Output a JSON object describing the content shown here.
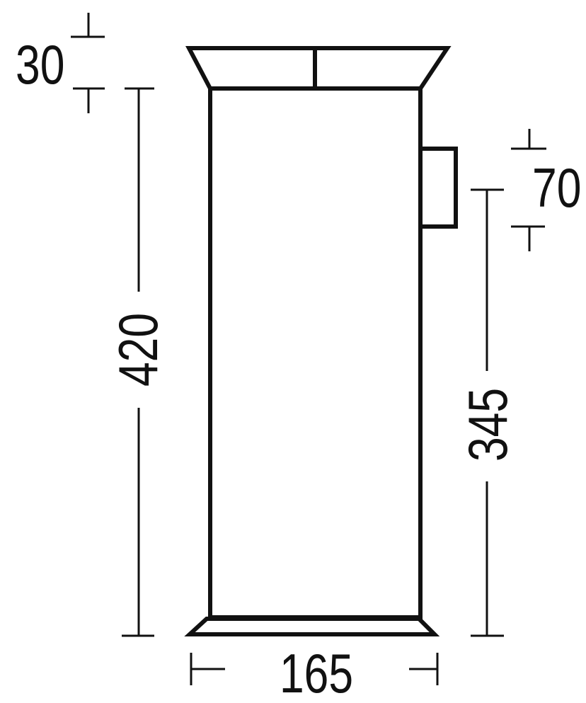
{
  "diagram": {
    "dimensions": {
      "top_lip_height": "30",
      "total_height": "420",
      "handle_height": "70",
      "handle_bottom_height": "345",
      "width": "165"
    }
  }
}
